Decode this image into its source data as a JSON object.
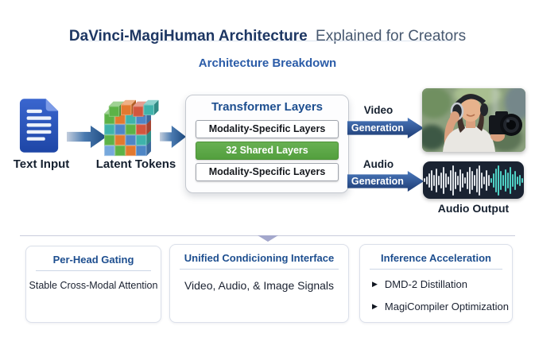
{
  "header": {
    "title_bold": "DaVinci-MagiHuman Architecture",
    "title_regular": "Explained for Creators",
    "subtitle": "Architecture Breakdown"
  },
  "flow": {
    "text_input_label": "Text Input",
    "latent_tokens_label": "Latent Tokens",
    "transformer": {
      "title": "Transformer Layers",
      "layers": [
        "Modality-Specific Layers",
        "32 Shared Layers",
        "Modality-Specific Layers"
      ]
    },
    "video": {
      "label": "Video",
      "arrow_text": "Generation"
    },
    "audio": {
      "label": "Audio",
      "arrow_text": "Generation"
    },
    "audio_output_label": "Audio Output"
  },
  "cards": [
    {
      "title": "Per-Head Gating",
      "body": "Stable Cross-Modal Attention"
    },
    {
      "title": "Unified Condicioning Interface",
      "body": "Video, Audio, & Image Signals"
    },
    {
      "title": "Inference Acceleration",
      "bullets": [
        "DMD-2 Distillation",
        "MagiCompiler Optimization"
      ]
    }
  ],
  "icons": {
    "play_glyph": "▶"
  },
  "colors": {
    "navy": "#1e3763",
    "blue": "#2b5ca8",
    "green": "#5aa646",
    "arrow_blue": "#24568f",
    "waveform_bg": "#1a2332"
  },
  "waveform": {
    "bars": [
      5,
      10,
      18,
      26,
      14,
      30,
      12,
      20,
      34,
      18,
      10,
      26,
      38,
      22,
      12,
      28,
      18,
      8,
      22,
      34,
      24,
      14,
      30,
      38,
      20,
      10,
      26,
      14,
      6,
      18,
      30,
      38,
      24,
      14,
      28,
      20,
      34,
      16,
      24,
      10,
      14,
      6
    ],
    "teal_start": 28,
    "bar_color": "#dfe3e8",
    "teal_color": "#4fd1c5"
  }
}
